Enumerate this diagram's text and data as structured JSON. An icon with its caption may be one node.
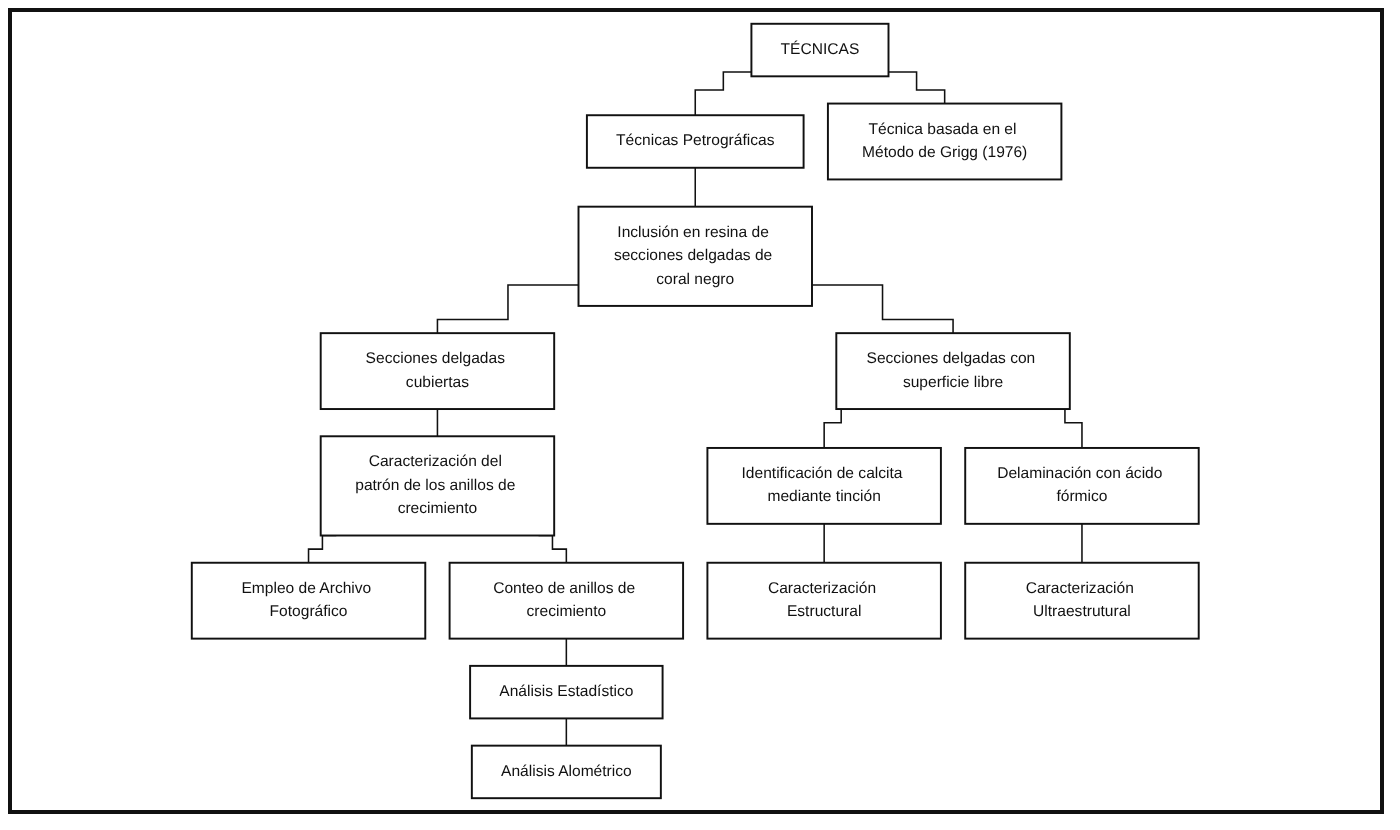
{
  "diagram": {
    "nodes": [
      {
        "text": [
          "TÉCNICAS"
        ]
      },
      {
        "text": [
          "Técnicas Petrográficas"
        ]
      },
      {
        "text": [
          "Técnica basada en el Método de Grigg (1976)"
        ]
      },
      {
        "text": [
          "Inclusión en resina de secciones delgadas de coral negro"
        ]
      },
      {
        "text": [
          "Secciones delgadas cubiertas"
        ]
      },
      {
        "text": [
          "Secciones delgadas con superficie libre"
        ]
      },
      {
        "text": [
          "Caracterización del patrón de los anillos de crecimiento"
        ]
      },
      {
        "text": [
          "Identificación de calcita mediante tinción"
        ]
      },
      {
        "text": [
          "Delaminación con ácido fórmico"
        ]
      },
      {
        "text": [
          "Empleo de Archivo Fotográfico"
        ]
      },
      {
        "text": [
          "Conteo de anillos de crecimiento"
        ]
      },
      {
        "text": [
          "Caracterización Estructural"
        ]
      },
      {
        "text": [
          "Caracterización Ultraestrutural"
        ]
      },
      {
        "text": [
          "Análisis Estadístico"
        ]
      },
      {
        "text": [
          "Análisis Alométrico"
        ]
      }
    ],
    "edges": [
      {
        "from": 0,
        "to": 1,
        "arrow": "none"
      },
      {
        "from": 0,
        "to": 2,
        "arrow": "none"
      },
      {
        "from": 1,
        "to": 3,
        "arrow": "none"
      },
      {
        "from": 3,
        "to": 4,
        "arrow": "none"
      },
      {
        "from": 3,
        "to": 5,
        "arrow": "none"
      },
      {
        "from": 4,
        "to": 6,
        "arrow": "none"
      },
      {
        "from": 5,
        "to": 7,
        "arrow": "none"
      },
      {
        "from": 5,
        "to": 8,
        "arrow": "none"
      },
      {
        "from": 6,
        "to": 9,
        "arrow": "none"
      },
      {
        "from": 6,
        "to": 10,
        "arrow": "none"
      },
      {
        "from": 7,
        "to": 11,
        "arrow": "none"
      },
      {
        "from": 8,
        "to": 12,
        "arrow": "none"
      },
      {
        "from": 10,
        "to": 13,
        "arrow": "none"
      },
      {
        "from": 13,
        "to": 14,
        "arrow": "none"
      }
    ]
  }
}
